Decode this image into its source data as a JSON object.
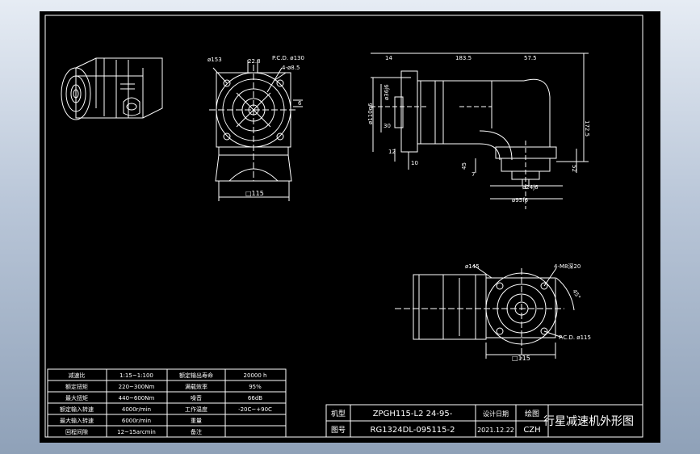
{
  "drawing": {
    "callouts": {
      "front_dia": "ø153",
      "front_w": "22.8",
      "pcd_top": "P.C.D. ø130",
      "holes_top": "4-ø8.5",
      "front_h": "6",
      "base_w": "□115",
      "side_len": "183.5",
      "side_top_left": "14",
      "side_right": "57.5",
      "side_vert": "172.5",
      "side_shaft": "ø110g6",
      "side_shaft2": "ø36j6",
      "side_30": "30",
      "side_12": "12",
      "side_10": "10",
      "side_45": "45",
      "side_dim_a": "7",
      "side_dim_b": "ø24j6",
      "side_dim_c": "ø95f6",
      "side_52": "52",
      "bottom_dia": "ø145",
      "bottom_holes": "4-M8深20",
      "bottom_angle": "45°",
      "bottom_pcd": "P.C.D. ø115",
      "bottom_w": "□115"
    },
    "specs_table": {
      "rows": [
        [
          "减速比",
          "1:15~1:100",
          "额定输出寿命",
          "20000 h"
        ],
        [
          "额定扭矩",
          "220~300Nm",
          "满载效率",
          "95%"
        ],
        [
          "最大扭矩",
          "440~600Nm",
          "噪音",
          "66dB"
        ],
        [
          "额定输入转速",
          "4000r/min",
          "工作温度",
          "-20C~+90C"
        ],
        [
          "最大输入转速",
          "6000r/min",
          "重量",
          ""
        ],
        [
          "回程间隙",
          "12~15arcmin",
          "备注",
          ""
        ]
      ]
    },
    "title_block": {
      "row1_label": "机型",
      "row1_value": "ZPGH115-L2 24-95-",
      "row2_label": "图号",
      "row2_value": "RG1324DL-095115-2",
      "date_label": "设计日期",
      "date_value": "2021.12.22",
      "draw_label": "绘图",
      "draw_value": "CZH",
      "title": "行星减速机外形图"
    }
  },
  "colors": {
    "sheet": "#000000",
    "line": "#ffffff",
    "frame": "#ffffff"
  }
}
